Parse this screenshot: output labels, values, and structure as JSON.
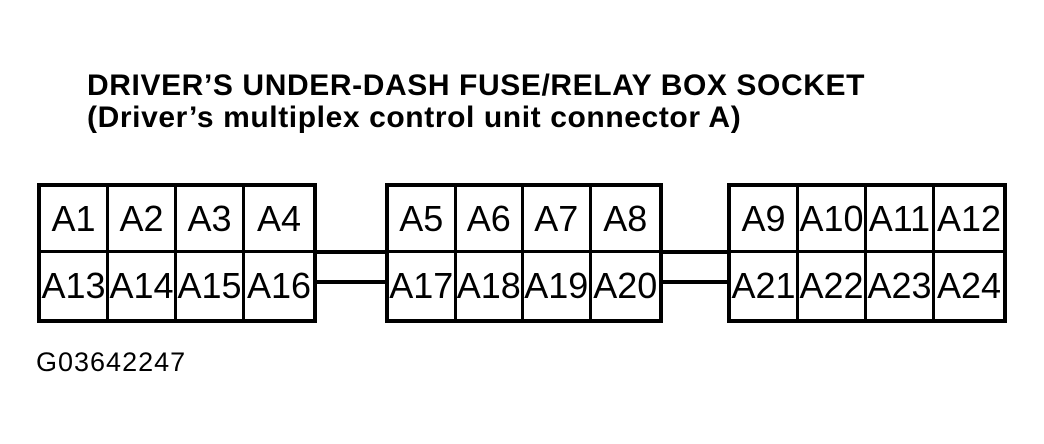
{
  "colors": {
    "background": "#ffffff",
    "ink": "#000000"
  },
  "title": {
    "line1": "DRIVER’S UNDER-DASH FUSE/RELAY BOX SOCKET",
    "line2": "(Driver’s multiplex control unit connector A)"
  },
  "figure_code": "G03642247",
  "connector": {
    "blocks": [
      {
        "id": "block-1",
        "rows": [
          [
            "A1",
            "A2",
            "A3",
            "A4"
          ],
          [
            "A13",
            "A14",
            "A15",
            "A16"
          ]
        ]
      },
      {
        "id": "block-2",
        "rows": [
          [
            "A5",
            "A6",
            "A7",
            "A8"
          ],
          [
            "A17",
            "A18",
            "A19",
            "A20"
          ]
        ]
      },
      {
        "id": "block-3",
        "rows": [
          [
            "A9",
            "A10",
            "A11",
            "A12"
          ],
          [
            "A21",
            "A22",
            "A23",
            "A24"
          ]
        ]
      }
    ]
  }
}
